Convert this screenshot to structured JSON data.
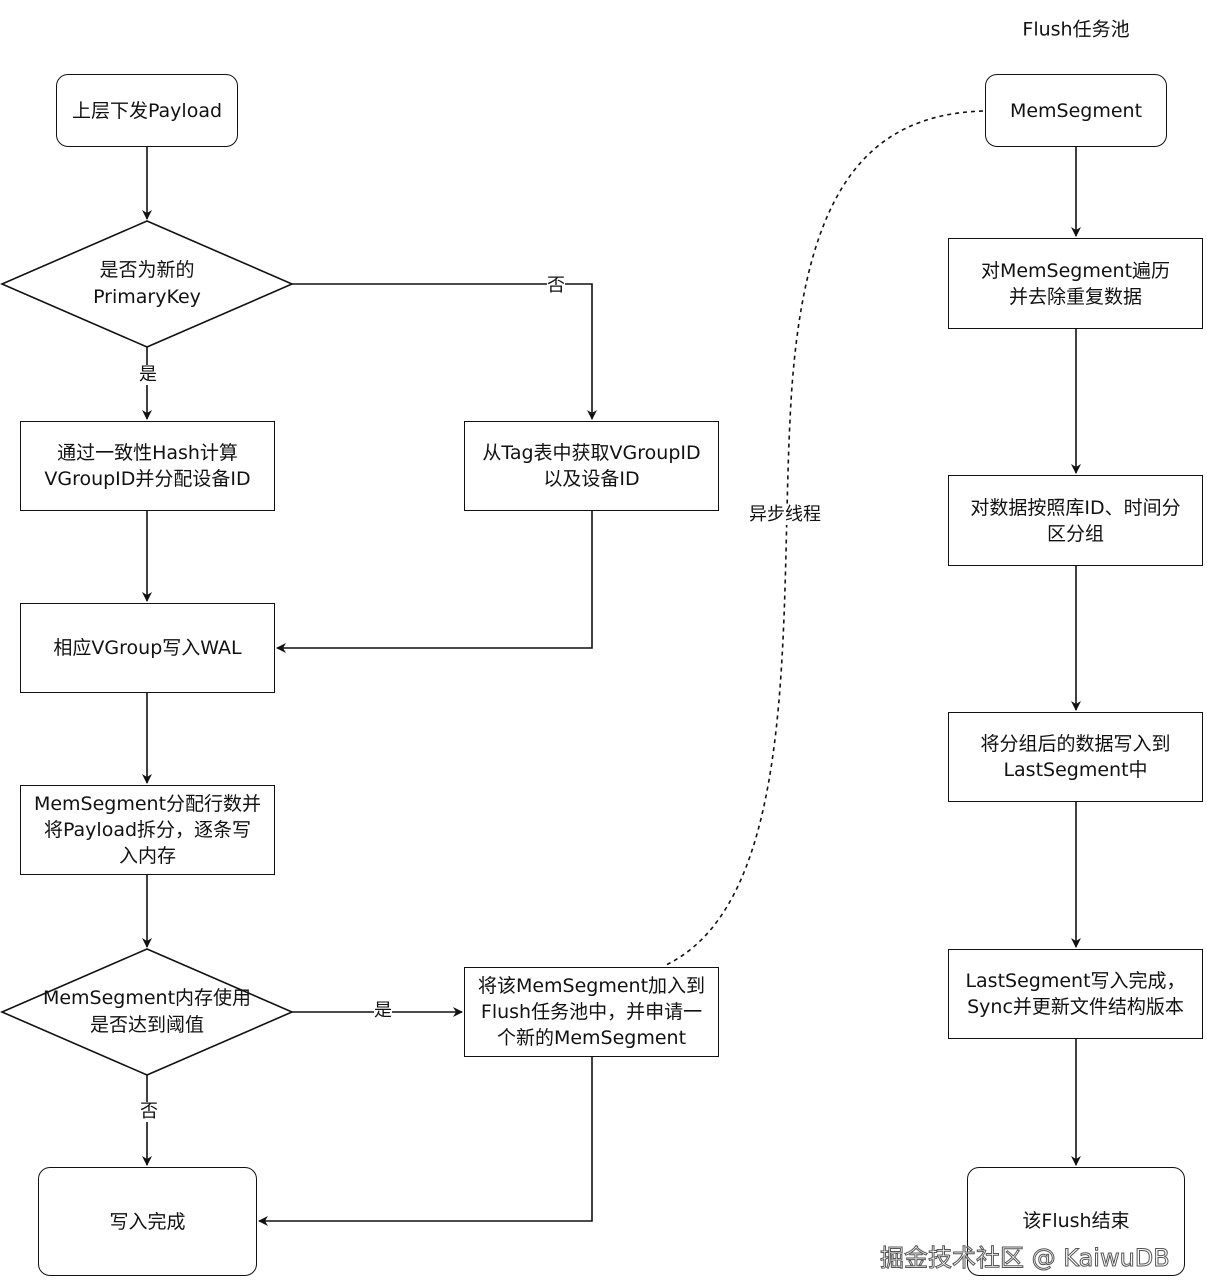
{
  "pool_title": "Flush任务池",
  "left": {
    "start": "上层下发Payload",
    "decision1": [
      "是否为新的",
      "PrimaryKey"
    ],
    "yes1": "是",
    "no1": "否",
    "new_key": [
      "通过一致性Hash计算",
      "VGroupID并分配设备ID"
    ],
    "existing_key": [
      "从Tag表中获取VGroupID",
      "以及设备ID"
    ],
    "wal": "相应VGroup写入WAL",
    "memseg_write": [
      "MemSegment分配行数并",
      "将Payload拆分，逐条写",
      "入内存"
    ],
    "decision2": [
      "MemSegment内存使用",
      "是否达到阈值"
    ],
    "yes2": "是",
    "no2": "否",
    "add_pool": [
      "将该MemSegment加入到",
      "Flush任务池中，并申请一",
      "个新的MemSegment"
    ],
    "end": "写入完成"
  },
  "async_label": "异步线程",
  "right": {
    "start": "MemSegment",
    "dedupe": [
      "对MemSegment遍历",
      "并去除重复数据"
    ],
    "group": [
      "对数据按照库ID、时间分",
      "区分组"
    ],
    "write_last": [
      "将分组后的数据写入到",
      "LastSegment中"
    ],
    "sync": [
      "LastSegment写入完成，",
      "Sync并更新文件结构版本"
    ],
    "end": "该Flush结束"
  },
  "watermark": "掘金技术社区 @ KaiwuDB"
}
